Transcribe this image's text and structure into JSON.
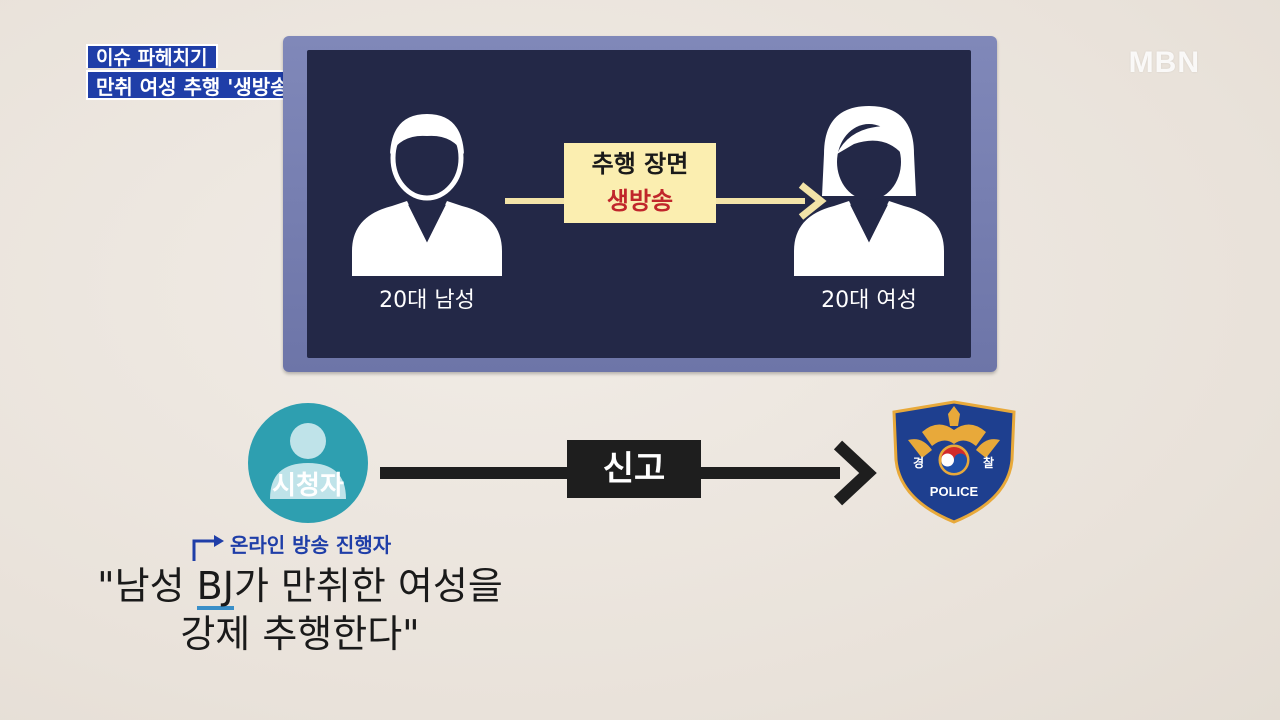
{
  "caption": {
    "category": "이슈 파헤치기",
    "headline": "만취 여성 추행 '생방송'"
  },
  "logo": "MBN",
  "screen": {
    "man_label": "20대 남성",
    "woman_label": "20대 여성",
    "scene_line1": "추행 장면",
    "scene_line2": "생방송"
  },
  "report": {
    "viewer_label": "시청자",
    "action_label": "신고",
    "police_badge_left": "경",
    "police_badge_right": "찰",
    "police_text": "POLICE"
  },
  "annotation": "온라인 방송 진행자",
  "quote": {
    "line1_before": "\"남성 ",
    "line1_bj": "BJ",
    "line1_after": "가 만취한 여성을",
    "line2": "강제 추행한다\""
  },
  "colors": {
    "caption_bg": "#1f3ea8",
    "screen_bg": "#232847",
    "monitor_frame": "#7880b2",
    "scene_box": "#fbeeb0",
    "scene_accent": "#c0262b",
    "viewer_circle": "#2e9fb0",
    "report_dark": "#1e1e1e",
    "police_navy": "#1e3f8f",
    "police_gold": "#e8a93a"
  },
  "icons": [
    "male-person-icon",
    "female-person-icon",
    "viewer-avatar-icon",
    "police-badge-icon",
    "arrow-right-icon",
    "corner-arrow-icon"
  ]
}
